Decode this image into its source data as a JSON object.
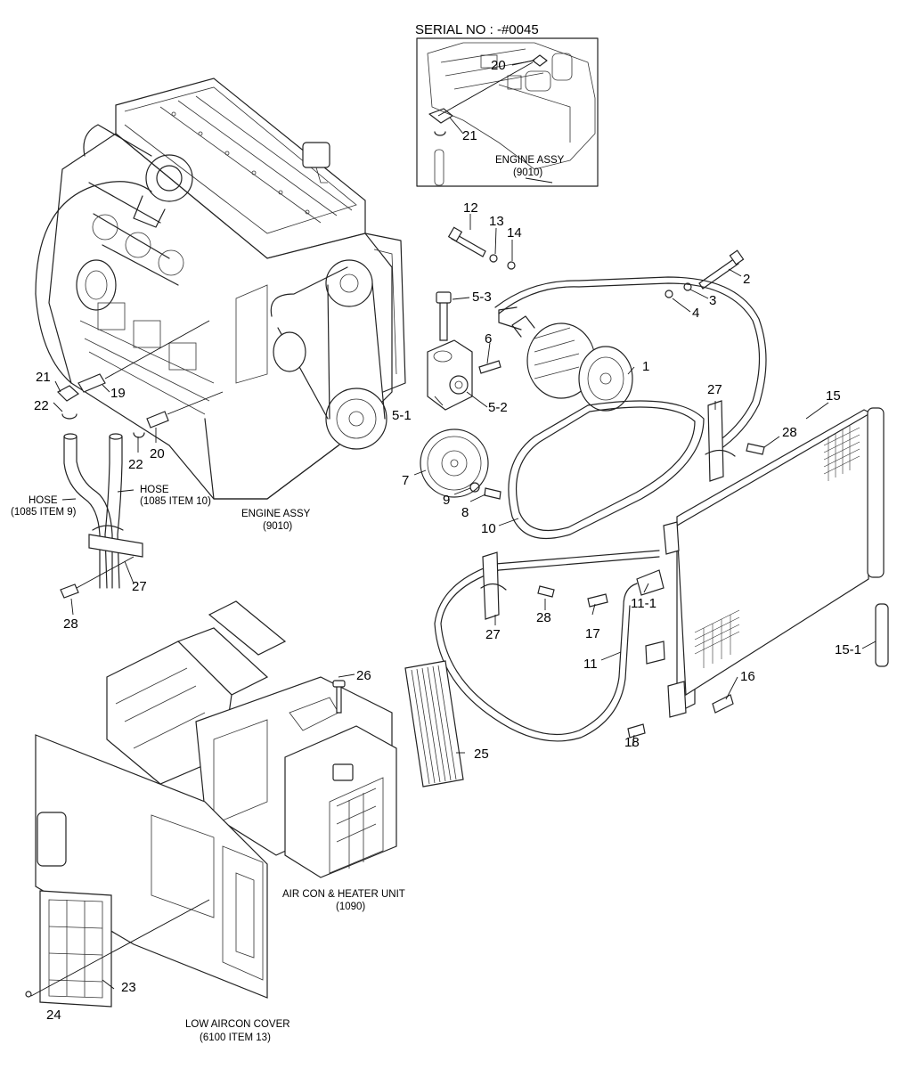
{
  "serial_note": "SERIAL NO : -#0045",
  "captions": {
    "inset_engine_line1": "ENGINE ASSY",
    "inset_engine_line2": "(9010)",
    "engine_line1": "ENGINE ASSY",
    "engine_line2": "(9010)",
    "hose_left_line1": "HOSE",
    "hose_left_line2": "(1085 ITEM 9)",
    "hose_right_line1": "HOSE",
    "hose_right_line2": "(1085 ITEM 10)",
    "aircon_unit_line1": "AIR CON & HEATER UNIT",
    "aircon_unit_line2": "(1090)",
    "cover_line1": "LOW AIRCON COVER",
    "cover_line2": "(6100 ITEM 13)"
  },
  "callouts": {
    "c1": "1",
    "c2": "2",
    "c3": "3",
    "c4": "4",
    "c5_1": "5-1",
    "c5_2": "5-2",
    "c5_3": "5-3",
    "c6": "6",
    "c7": "7",
    "c8": "8",
    "c9": "9",
    "c10": "10",
    "c11": "11",
    "c11_1": "11-1",
    "c12": "12",
    "c13": "13",
    "c14": "14",
    "c15": "15",
    "c15_1": "15-1",
    "c16": "16",
    "c17": "17",
    "c18": "18",
    "c19": "19",
    "c20_inset": "20",
    "c20": "20",
    "c21_inset": "21",
    "c21": "21",
    "c22_a": "22",
    "c22_b": "22",
    "c23": "23",
    "c24": "24",
    "c25": "25",
    "c26": "26",
    "c27_a": "27",
    "c27_b": "27",
    "c27_c": "27",
    "c28_a": "28",
    "c28_b": "28",
    "c28_c": "28"
  }
}
